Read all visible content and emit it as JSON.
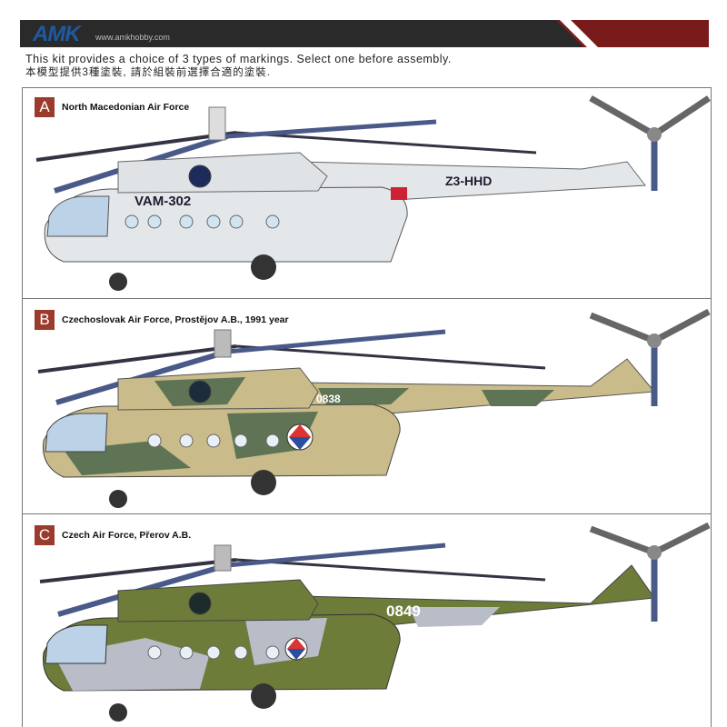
{
  "header": {
    "logo": "AMK",
    "website": "www.amkhobby.com",
    "band_color": "#2a2a2a",
    "accent_color": "#7a1b1b"
  },
  "intro": {
    "english": "This kit provides a choice of 3 types of markings. Select one before assembly.",
    "chinese": "本模型提供3種塗裝, 請於組裝前選擇合適的塗裝."
  },
  "markings": [
    {
      "letter": "A",
      "title": "North Macedonian Air Force",
      "codes": [
        "VAM-302",
        "Z3-HHD"
      ],
      "scheme": "light-grey"
    },
    {
      "letter": "B",
      "title": "Czechoslovak Air Force, Prostějov A.B., 1991 year",
      "codes": [
        "0838"
      ],
      "scheme": "sand-green-camo"
    },
    {
      "letter": "C",
      "title": "Czech Air Force, Přerov A.B.",
      "codes": [
        "0849"
      ],
      "scheme": "green-grey-camo"
    }
  ],
  "colors": {
    "badge": "#9b3b2d",
    "scheme_a_body": "#e4e7ea",
    "scheme_b_sand": "#c9bb8a",
    "scheme_b_green": "#5f7454",
    "scheme_c_green": "#6e7c3a",
    "scheme_c_grey": "#b9bdc8"
  }
}
